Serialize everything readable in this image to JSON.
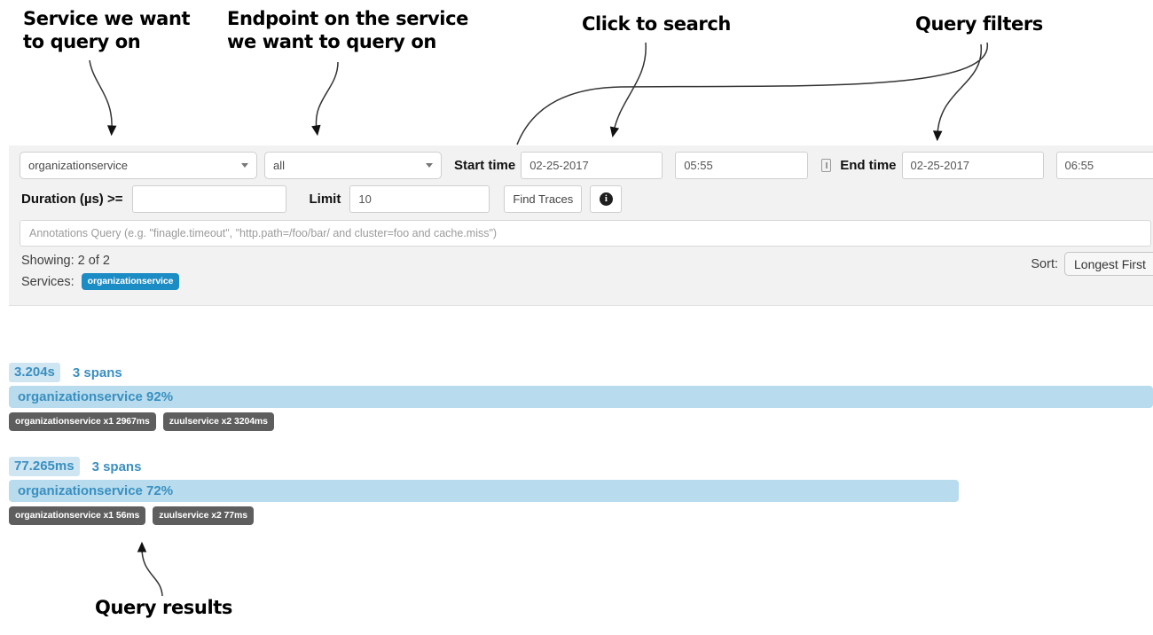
{
  "annotations": [
    {
      "id": "annot-service",
      "text": "Service we want\nto query on"
    },
    {
      "id": "annot-endpoint",
      "text": "Endpoint on the service\nwe want to query on"
    },
    {
      "id": "annot-search",
      "text": "Click to search"
    },
    {
      "id": "annot-filters",
      "text": "Query filters"
    },
    {
      "id": "annot-results",
      "text": "Query results"
    }
  ],
  "query_panel": {
    "service_select": {
      "value": "organizationservice",
      "caret": "chevron-down-icon"
    },
    "endpoint_select": {
      "value": "all",
      "caret": "chevron-down-icon"
    },
    "start_time_label": "Start time",
    "start_date_value": "02-25-2017",
    "start_clock_value": "05:55",
    "clock_icon": "time-picker-icon",
    "end_time_label": "End time",
    "end_date_value": "02-25-2017",
    "end_clock_value": "06:55",
    "duration_label": "Duration (µs) >=",
    "duration_value": "",
    "limit_label": "Limit",
    "limit_value": "10",
    "find_traces_label": "Find Traces",
    "info_icon": "info-circle-icon",
    "info_glyph": "i",
    "annotations_query_placeholder": "Annotations Query (e.g. \"finagle.timeout\", \"http.path=/foo/bar/ and cluster=foo and cache.miss\")",
    "showing_text": "Showing: 2 of 2",
    "services_label": "Services:",
    "services_badge": "organizationservice",
    "sort_label": "Sort:",
    "sort_value": "Longest First"
  },
  "results": [
    {
      "duration": "3.204s",
      "spans": "3 spans",
      "service_summary": "organizationservice 92%",
      "bar_width_pct": 100,
      "chips": [
        "organizationservice x1 2967ms",
        "zuulservice x2 3204ms"
      ]
    },
    {
      "duration": "77.265ms",
      "spans": "3 spans",
      "service_summary": "organizationservice 72%",
      "bar_width_pct": 83,
      "chips": [
        "organizationservice x1 56ms",
        "zuulservice x2 77ms"
      ]
    }
  ],
  "colors": {
    "panel_bg": "#f2f2f2",
    "accent_blue": "#3a8fc0",
    "bar_blue": "#b8dced",
    "badge_blue": "#1b8cc4",
    "chip_gray": "#5e5e5e"
  }
}
